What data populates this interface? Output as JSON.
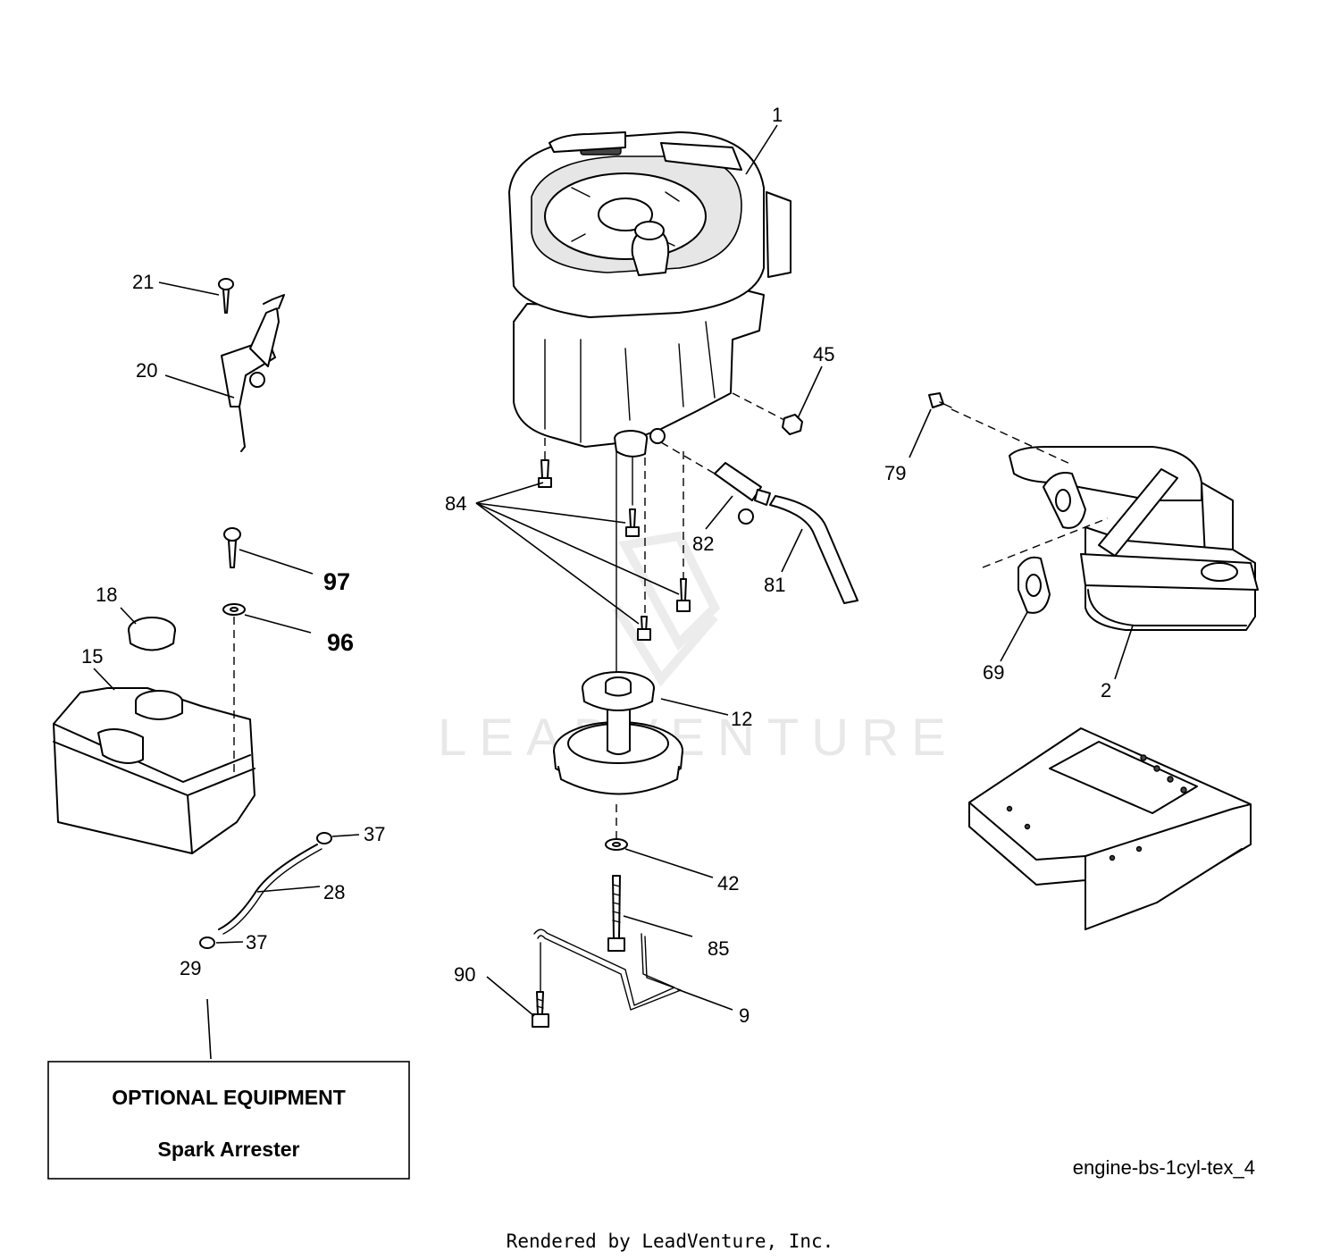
{
  "watermark": {
    "text": "LEADVENTURE"
  },
  "optional_equipment": {
    "title": "OPTIONAL EQUIPMENT",
    "item": "Spark Arrester"
  },
  "diagram_id": "engine-bs-1cyl-tex_4",
  "footer": "Rendered by LeadVenture, Inc.",
  "part_labels": {
    "p1": "1",
    "p2": "2",
    "p9": "9",
    "p12": "12",
    "p15": "15",
    "p18": "18",
    "p20": "20",
    "p21": "21",
    "p28": "28",
    "p29": "29",
    "p37a": "37",
    "p37b": "37",
    "p42": "42",
    "p45": "45",
    "p69": "69",
    "p79": "79",
    "p81": "81",
    "p82": "82",
    "p84": "84",
    "p85": "85",
    "p90": "90",
    "p96": "96",
    "p97": "97"
  }
}
